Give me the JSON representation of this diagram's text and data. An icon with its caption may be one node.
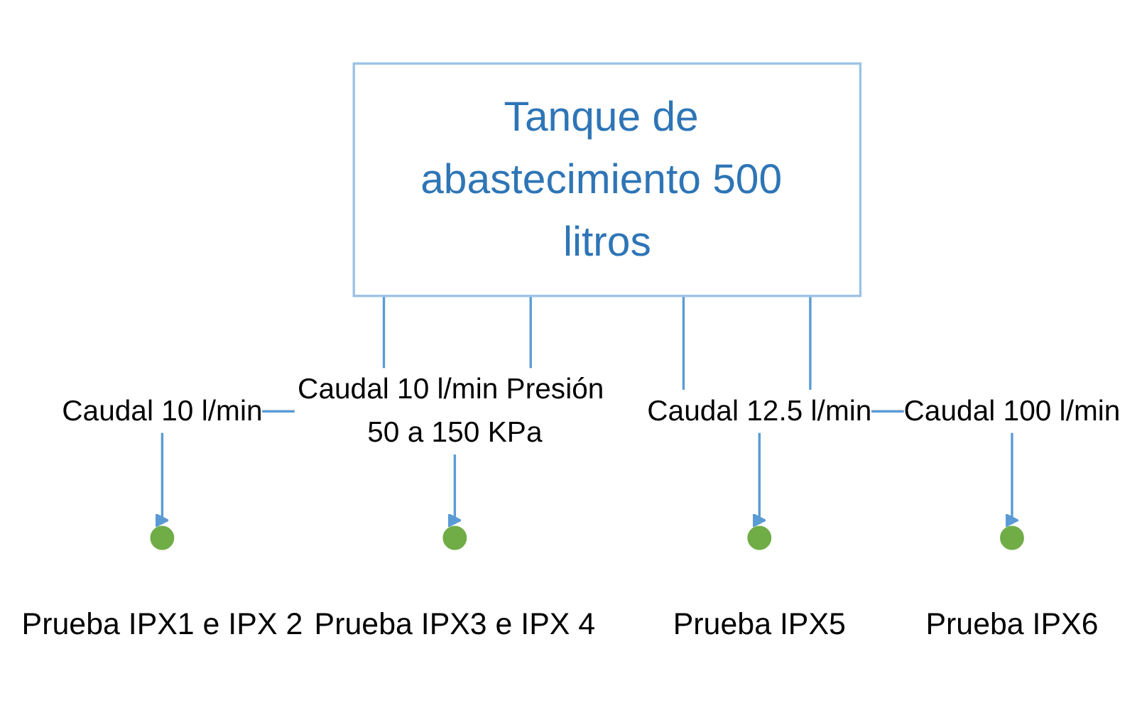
{
  "diagram": {
    "nodes": [
      {
        "text": [
          "Tanque de abastecimiento 500 litros"
        ]
      },
      {
        "text": [],
        "shape": "circle",
        "beside": [
          "Prueba IPX1 e IPX 2"
        ]
      },
      {
        "text": [],
        "shape": "circle",
        "beside": [
          "Prueba IPX3 e IPX 4"
        ]
      },
      {
        "text": [],
        "shape": "circle",
        "beside": [
          "Prueba IPX5"
        ]
      },
      {
        "text": [],
        "shape": "circle",
        "beside": [
          "Prueba IPX6"
        ]
      }
    ],
    "edges": [
      {
        "from": 0,
        "to": 1,
        "arrow": "to",
        "label": "Caudal 10 l/min"
      },
      {
        "from": 0,
        "to": 2,
        "arrow": "to",
        "label": "Caudal 10 l/min Presión 50 a 150 KPa"
      },
      {
        "from": 0,
        "to": 3,
        "arrow": "to",
        "label": "Caudal 12.5 l/min"
      },
      {
        "from": 0,
        "to": 4,
        "arrow": "to",
        "label": "Caudal 100 l/min"
      }
    ]
  }
}
